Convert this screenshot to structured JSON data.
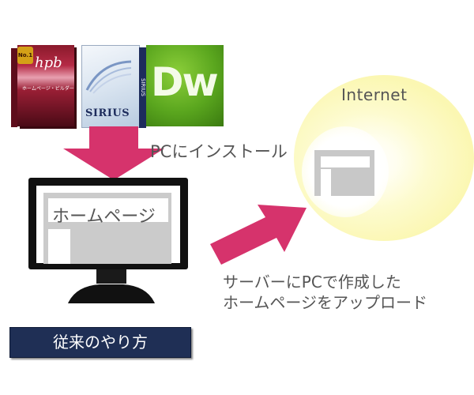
{
  "internet": {
    "label": "Internet"
  },
  "products": {
    "hpb": {
      "logo": "hpb",
      "badge": "No.1",
      "subtitle": "ホームページ・ビルダー"
    },
    "sirius": {
      "logo": "SIRIUS",
      "spine": "SIRIUS"
    },
    "dreamweaver": {
      "logo": "Dw"
    }
  },
  "install": {
    "label": "PCにインストール"
  },
  "monitor": {
    "page_label": "ホームページ"
  },
  "upload": {
    "line1": "サーバーにPCで作成した",
    "line2": "ホームページをアップロード"
  },
  "caption": {
    "text": "従来のやり方"
  },
  "colors": {
    "arrow": "#d6336c",
    "caption_bg": "#1f2f55",
    "internet_glow": "#fbf7b2",
    "dw_green": "#5aa61e"
  }
}
